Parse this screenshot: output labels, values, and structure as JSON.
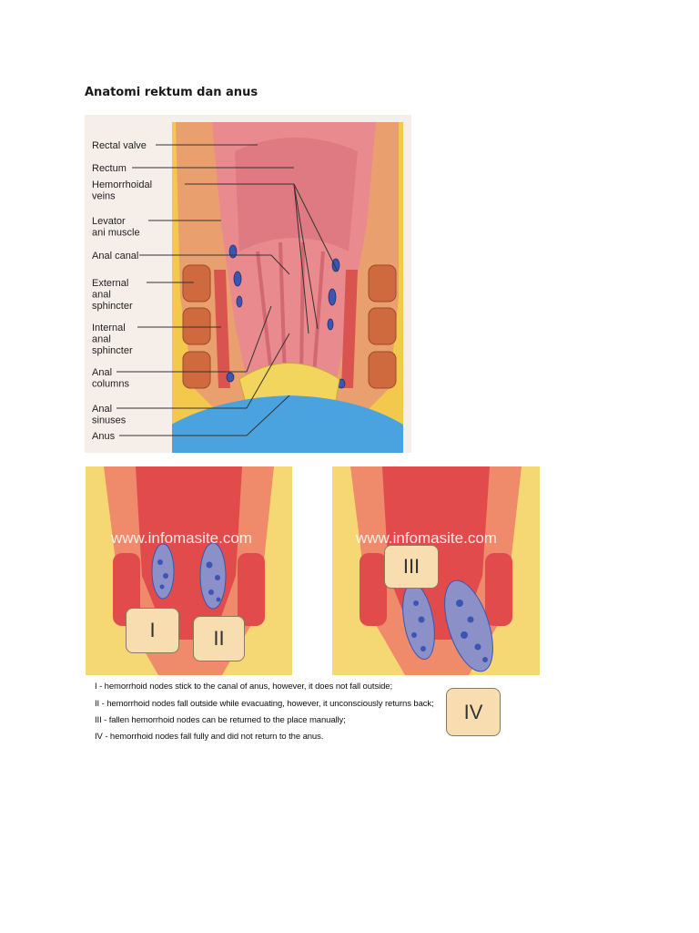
{
  "page": {
    "title": "Anatomi rektum dan anus"
  },
  "anatomy": {
    "labels": [
      {
        "lines": [
          "Rectal valve"
        ]
      },
      {
        "lines": [
          "Rectum"
        ]
      },
      {
        "lines": [
          "Hemorrhoidal",
          "veins"
        ]
      },
      {
        "lines": [
          "Levator",
          "ani muscle"
        ]
      },
      {
        "lines": [
          "Anal canal"
        ]
      },
      {
        "lines": [
          "External",
          "anal",
          "sphincter"
        ]
      },
      {
        "lines": [
          "Internal",
          "anal",
          "sphincter"
        ]
      },
      {
        "lines": [
          "Anal",
          "columns"
        ]
      },
      {
        "lines": [
          "Anal",
          "sinuses"
        ]
      },
      {
        "lines": [
          "Anus"
        ]
      }
    ]
  },
  "stages": {
    "watermark": "www.infomasite.com",
    "labels": [
      "I",
      "II",
      "III",
      "IV"
    ],
    "captions": [
      "I - hemorrhoid nodes stick to the canal of anus, however, it does not fall outside;",
      "II - hemorrhoid nodes fall outside while evacuating, however, it unconsciously returns back;",
      "III - fallen hemorrhoid nodes can be returned to the place manually;",
      "IV - hemorrhoid nodes fall fully and did not return to the anus."
    ]
  },
  "colors": {
    "tissue_pink": "#e98a8e",
    "fat_yellow": "#f2c94c",
    "muscle_red": "#d9534f",
    "vein_blue": "#3a56b0",
    "skin_blue": "#4aa3df",
    "label_box": "#f7ddb0"
  }
}
